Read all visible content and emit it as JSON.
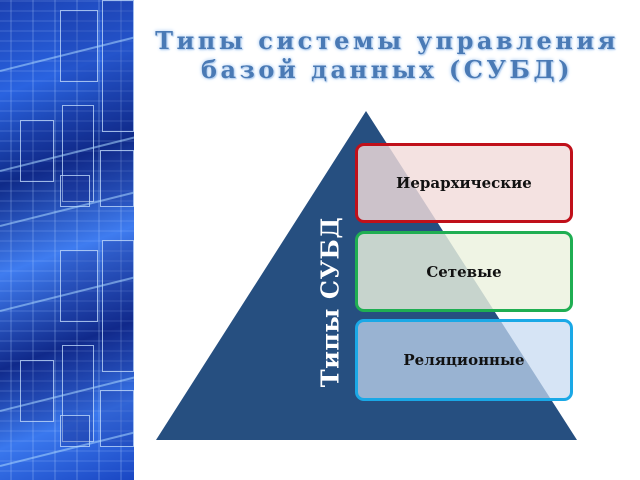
{
  "slide": {
    "title_line1": "Типы системы управления",
    "title_line2": "базой данных (СУБД)"
  },
  "diagram": {
    "vertical_label": "Типы СУБД",
    "shape": "pyramid",
    "colors": {
      "pyramid": "#264f80",
      "title": "#4a7ab5",
      "box_1_border": "#c0101a",
      "box_2_border": "#1fae52",
      "box_3_border": "#1aa8e6"
    },
    "items": [
      {
        "label": "Иерархические"
      },
      {
        "label": "Сетевые"
      },
      {
        "label": "Реляционные"
      }
    ]
  },
  "decoration": {
    "side_image": "database-schema-background"
  }
}
